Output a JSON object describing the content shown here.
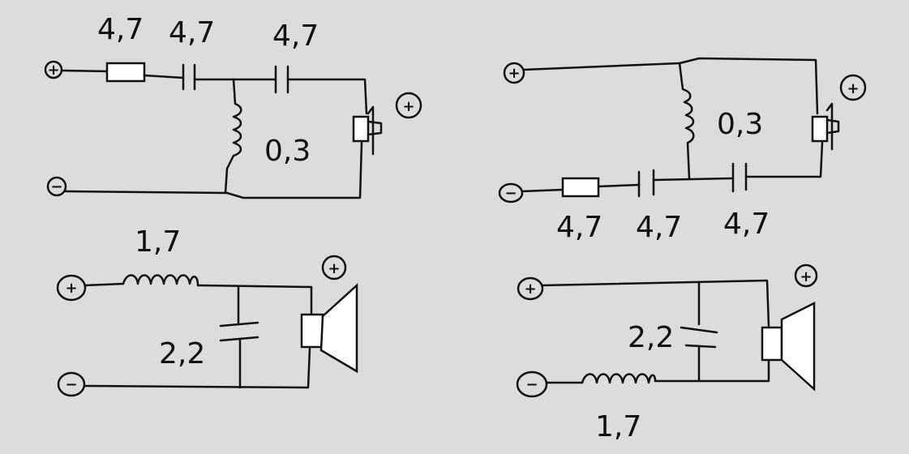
{
  "colors": {
    "background": "#dcdcdc",
    "ink": "#111111",
    "component_fill": "#ffffff"
  },
  "tweeter_filter_a": {
    "resistor_label": "4,7",
    "cap1_label": "4,7",
    "cap2_label": "4,7",
    "coil_label": "0,3",
    "term_plus": "+",
    "term_minus": "−",
    "speaker_polarity": "+"
  },
  "tweeter_filter_b": {
    "resistor_label": "4,7",
    "cap1_label": "4,7",
    "cap2_label": "4,7",
    "coil_label": "0,3",
    "term_plus": "+",
    "term_minus": "−",
    "speaker_polarity": "+"
  },
  "woofer_filter_a": {
    "coil_label": "1,7",
    "cap_label": "2,2",
    "term_plus": "+",
    "term_minus": "−",
    "speaker_polarity": "+"
  },
  "woofer_filter_b": {
    "coil_label": "1,7",
    "cap_label": "2,2",
    "term_plus": "+",
    "term_minus": "−",
    "speaker_polarity": "+"
  }
}
